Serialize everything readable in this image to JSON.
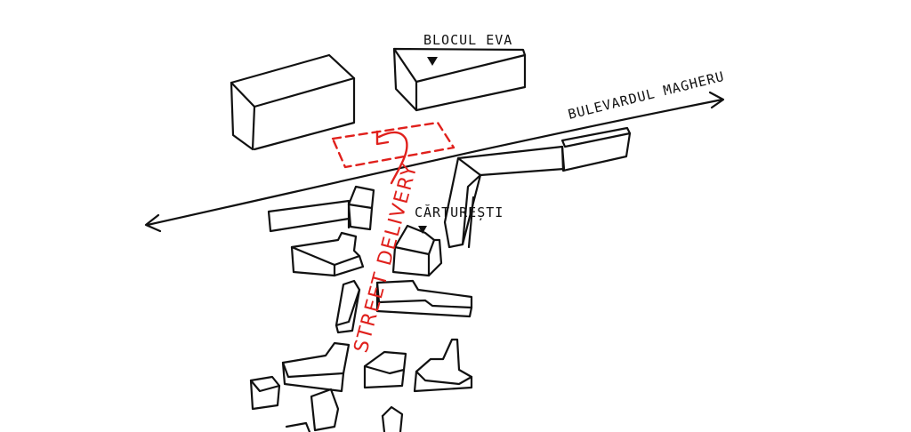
{
  "labels": {
    "blocul_eva": "BLOCUL EVA",
    "bulevardul_magheru": "BULEVARDUL MAGHERU",
    "carturesti": "CĂRTUREȘTI",
    "street_delivery": "STREET DELIVERY"
  },
  "colors": {
    "ink": "#111111",
    "accent_red": "#e0201c",
    "background": "#ffffff"
  }
}
